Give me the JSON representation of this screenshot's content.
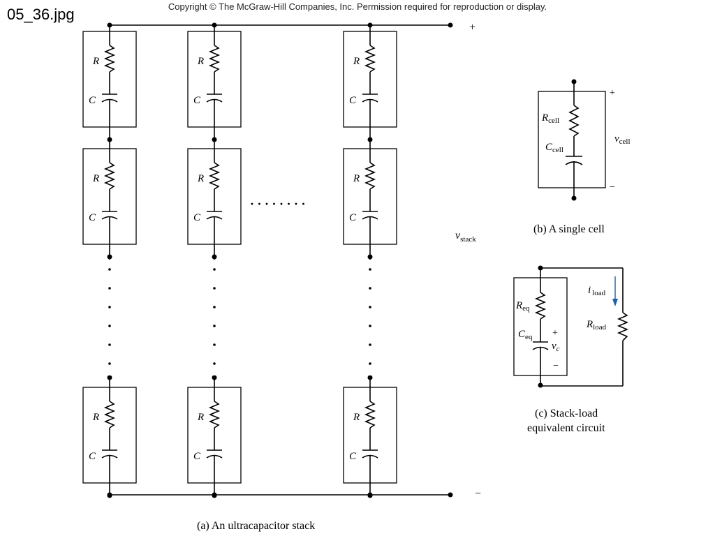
{
  "header": {
    "filename": "05_36.jpg",
    "copyright": "Copyright © The McGraw-Hill Companies, Inc. Permission required for reproduction or display."
  },
  "stack": {
    "plus": "+",
    "minus": "−",
    "v": "v",
    "v_sub": "stack",
    "dots": "· · · · · · · ·",
    "r_label": "R",
    "c_label": "C",
    "caption": "(a) An ultracapacitor stack"
  },
  "single_cell": {
    "r": "R",
    "r_sub": "cell",
    "c": "C",
    "c_sub": "cell",
    "v": "v",
    "v_sub": "cell",
    "plus": "+",
    "minus": "−",
    "caption": "(b) A single cell"
  },
  "equivalent": {
    "r": "R",
    "r_sub": "eq",
    "c": "C",
    "c_sub": "eq",
    "vc": "v",
    "vc_sub": "c",
    "plus": "+",
    "minus": "−",
    "i": "i",
    "i_sub": "load",
    "rl": "R",
    "rl_sub": "load",
    "caption_line1": "(c) Stack-load",
    "caption_line2": "equivalent circuit",
    "arrow_color": "#1f5fa8"
  }
}
